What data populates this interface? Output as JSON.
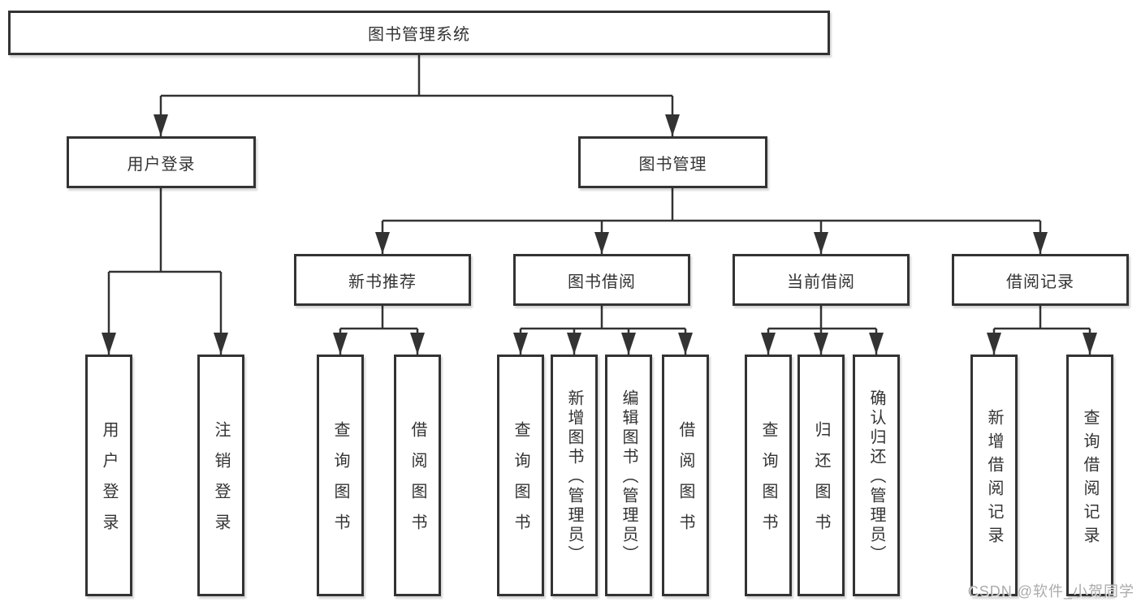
{
  "diagram": {
    "root": "图书管理系统",
    "branches": [
      {
        "label": "用户登录",
        "children": [
          "用户登录",
          "注销登录"
        ]
      },
      {
        "label": "图书管理",
        "groups": [
          {
            "label": "新书推荐",
            "children": [
              "查询图书",
              "借阅图书"
            ]
          },
          {
            "label": "图书借阅",
            "children": [
              "查询图书",
              "新增图书（管理员）",
              "编辑图书（管理员）",
              "借阅图书"
            ]
          },
          {
            "label": "当前借阅",
            "children": [
              "查询图书",
              "归还图书",
              "确认归还（管理员）"
            ]
          },
          {
            "label": "借阅记录",
            "children": [
              "新增借阅记录",
              "查询借阅记录"
            ]
          }
        ]
      }
    ],
    "watermark": "CSDN @软件_小贺同学"
  },
  "colors": {
    "line": "#333333",
    "box_border": "#333333",
    "text": "#333333",
    "background": "#ffffff",
    "watermark": "#a4a4a4"
  }
}
